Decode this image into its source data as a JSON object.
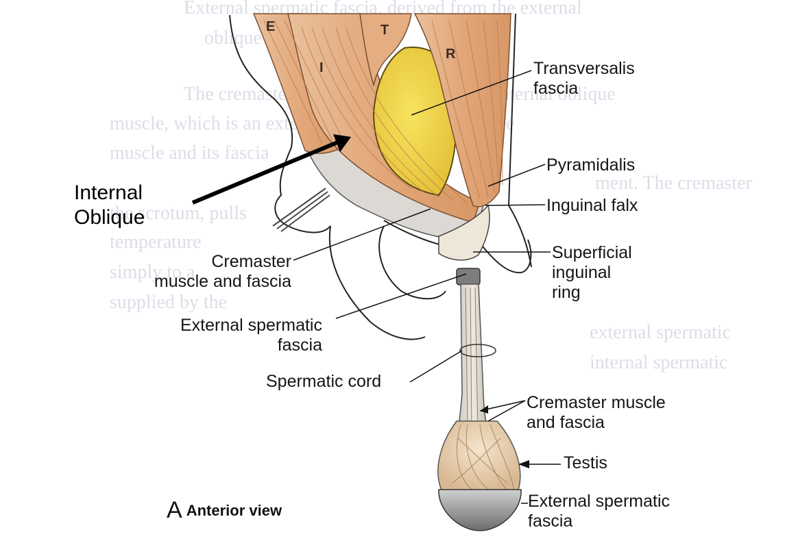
{
  "background_text": [
    "External spermatic fascia, derived from the external",
    "oblique aponeurosis (Fig.",
    "The cremaster muscle, derived from the internal oblique",
    "muscle, which is an extension of the internal oblique",
    "muscle and its fascia",
    "ment. The cremaster",
    "the scrotum, pulls",
    "temperature",
    "simply to a",
    "supplied by the",
    "external spermatic",
    "internal spermatic"
  ],
  "muscle_letters": [
    "E",
    "T",
    "I",
    "R"
  ],
  "overlay_label": {
    "line1": "Internal",
    "line2": "Oblique"
  },
  "labels": {
    "transversalis_fascia": {
      "line1": "Transversalis",
      "line2": "fascia"
    },
    "pyramidalis": "Pyramidalis",
    "inguinal_falx": "Inguinal falx",
    "cremaster_upper": {
      "line1": "Cremaster",
      "line2": "muscle and fascia"
    },
    "superficial_ring": {
      "line1": "Superficial",
      "line2": "inguinal",
      "line3": "ring"
    },
    "external_spermatic_upper": {
      "line1": "External spermatic",
      "line2": "fascia"
    },
    "spermatic_cord": "Spermatic cord",
    "cremaster_lower": {
      "line1": "Cremaster muscle",
      "line2": "and fascia"
    },
    "testis": "Testis",
    "external_spermatic_lower": {
      "line1": "External spermatic",
      "line2": "fascia"
    }
  },
  "caption": {
    "letter": "A",
    "view": "Anterior view"
  },
  "colors": {
    "muscle": "#e8b28a",
    "muscle_dark": "#c98a5c",
    "fascia_yellow": "#f2d44a",
    "fascia_grey": "#d8d6d2",
    "line": "#111111",
    "text": "#151515"
  }
}
